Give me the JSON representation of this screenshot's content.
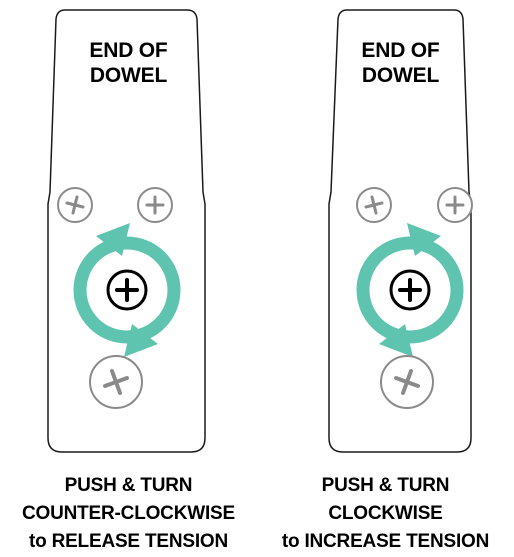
{
  "panels": [
    {
      "plate_title": [
        "END OF",
        "DOWEL"
      ],
      "caption": [
        "PUSH & TURN",
        "COUNTER-CLOCKWISE",
        "to RELEASE TENSION"
      ],
      "rotation": "counter-clockwise"
    },
    {
      "plate_title": [
        "END OF",
        "DOWEL"
      ],
      "caption": [
        "PUSH & TURN",
        "CLOCKWISE",
        "to INCREASE TENSION"
      ],
      "rotation": "clockwise"
    }
  ],
  "colors": {
    "arrow": "#5ec4b0",
    "outline": "#1a1a1a",
    "screw_small": "#8a8a8a",
    "screw_center": "#000000"
  },
  "icons": [
    "screw-icon",
    "rotation-arrow-icon"
  ]
}
